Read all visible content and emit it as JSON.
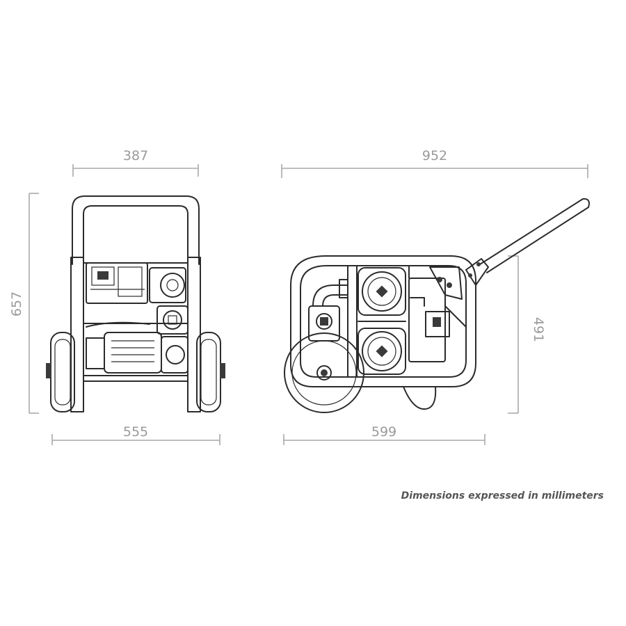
{
  "front_view": {
    "top_width": "387",
    "bottom_width": "555",
    "height": "657"
  },
  "side_view": {
    "top_length": "952",
    "bottom_length": "599",
    "height": "491"
  },
  "note": "Dimensions expressed in millimeters",
  "colors": {
    "ink": "#2b2b2b",
    "dimension": "#a8a8a8",
    "label": "#9a9a9a"
  }
}
